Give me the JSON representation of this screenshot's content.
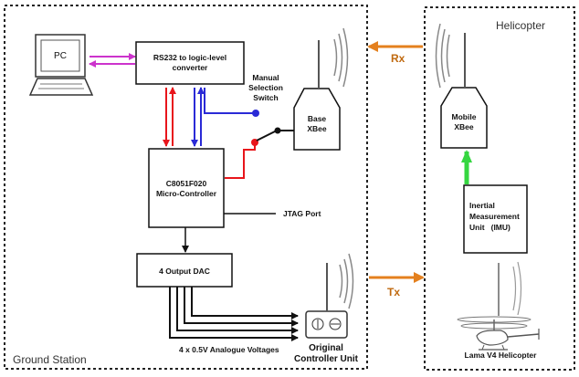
{
  "ground_station": {
    "label": "Ground Station"
  },
  "helicopter_region": {
    "label": "Helicopter"
  },
  "pc": {
    "label": "PC"
  },
  "rs232": {
    "line1": "RS232 to logic-level",
    "line2": "converter"
  },
  "switch": {
    "line1": "Manual",
    "line2": "Selection",
    "line3": "Switch"
  },
  "base_xbee": {
    "line1": "Base",
    "line2": "XBee"
  },
  "mcu": {
    "line1": "C8051F020",
    "line2": "Micro-Controller"
  },
  "jtag": {
    "label": "JTAG Port"
  },
  "dac": {
    "label": "4 Output DAC"
  },
  "voltages": {
    "label": "4 x 0.5V Analogue Voltages"
  },
  "controller": {
    "line1": "Original",
    "line2": "Controller Unit"
  },
  "mobile_xbee": {
    "line1": "Mobile",
    "line2": "XBee"
  },
  "imu": {
    "line1": "Inertial",
    "line2": "Measurement",
    "line3": "Unit   (IMU)"
  },
  "heli_model": {
    "label": "Lama V4 Helicopter"
  },
  "links": {
    "rx": "Rx",
    "tx": "Tx"
  },
  "colors": {
    "magenta": "#cc33cc",
    "red": "#e8151b",
    "blue": "#2a2ad6",
    "orange": "#e4801e",
    "green": "#35d640",
    "black": "#111111"
  }
}
